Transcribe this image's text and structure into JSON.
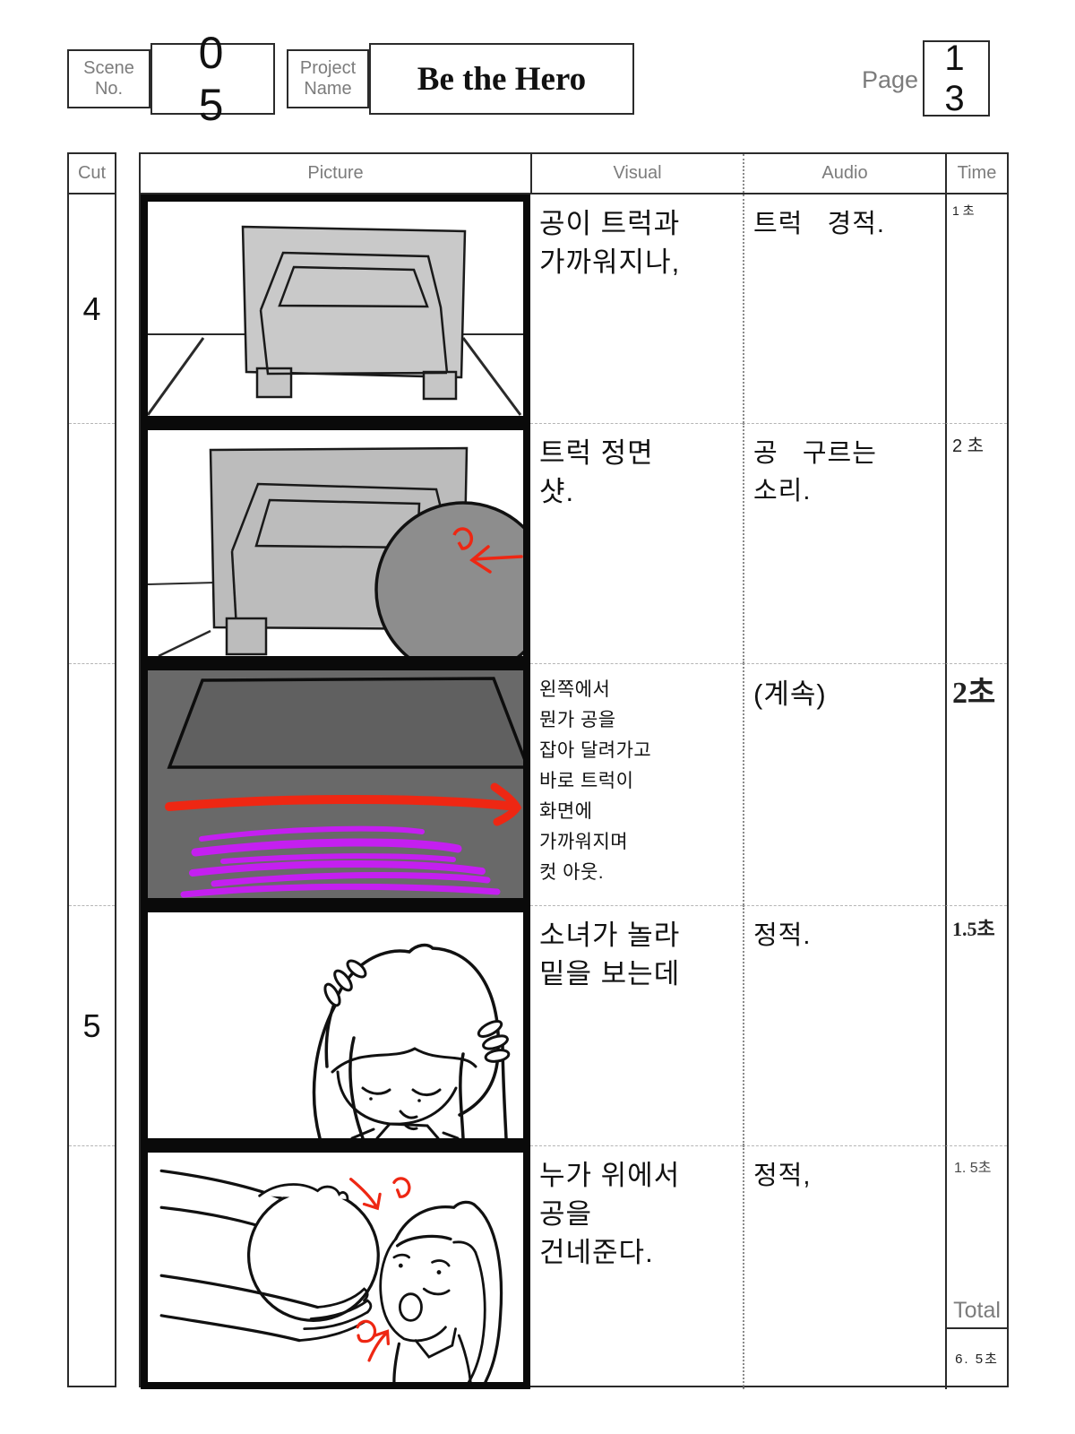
{
  "header": {
    "scene_label": "Scene\nNo.",
    "scene_number": "0 5",
    "project_label": "Project\nName",
    "project_name": "Be the Hero",
    "page_label": "Page",
    "page_number": "1 3"
  },
  "table": {
    "columns": {
      "cut": "Cut",
      "picture": "Picture",
      "visual": "Visual",
      "audio": "Audio",
      "time": "Time"
    },
    "rows": [
      {
        "cut": "4",
        "picture": "truck-rear-view-on-road",
        "visual": "공이 트럭과\n가까워지나,",
        "audio": "트럭   경적.",
        "time": "1 초"
      },
      {
        "cut": "",
        "picture": "truck-front-shot-with-rolling-ball",
        "visual": "트럭 정면\n샷.",
        "audio": "공   구르는\n소리.",
        "time": "2 초"
      },
      {
        "cut": "",
        "picture": "dark-windshield-with-red-arrow-and-purple-scribbles",
        "visual": "왼쪽에서\n뭔가 공을\n잡아 달려가고\n바로 트럭이\n화면에\n가까워지며\n컷 아웃.",
        "audio": "(계속)",
        "time": "2초"
      },
      {
        "cut": "5",
        "picture": "startled-girl-covering-head",
        "visual": "소녀가 놀라\n밑을 보는데",
        "audio": "정적.",
        "time": "1.5초"
      },
      {
        "cut": "",
        "picture": "hands-offering-ball-to-surprised-girl",
        "visual": "누가 위에서\n공을\n건네준다.",
        "audio": "정적,",
        "time": "1. 5초"
      }
    ],
    "total_label": "Total",
    "total_value": "6. 5초"
  },
  "colors": {
    "truck_gray": "#c9c9c9",
    "ball_gray": "#8d8d8d",
    "dark_panel_gray": "#696969",
    "annotation_red": "#ee2713",
    "annotation_purple": "#c41ff0",
    "label_gray": "#7c7c7c"
  }
}
